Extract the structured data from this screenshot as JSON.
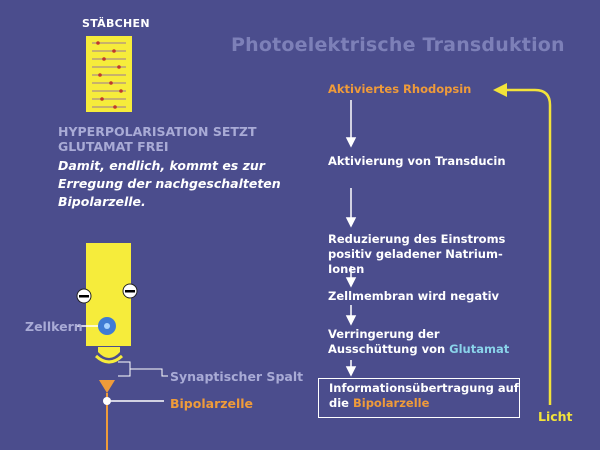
{
  "title": "Photoelektrische Transduktion",
  "rod": {
    "label": "STÄBCHEN"
  },
  "hyperpolarisation": {
    "heading": "HYPERPOLARISATION SETZT GLUTAMAT FREI",
    "description": "Damit, endlich, kommt es zur Erregung der nachgeschalteten Bipolarzelle."
  },
  "cell_labels": {
    "nucleus": "Zellkern",
    "synaptic_cleft": "Synaptischer Spalt",
    "bipolar_cell": "Bipolarzelle"
  },
  "cascade": {
    "steps": [
      {
        "text": "Aktiviertes Rhodopsin"
      },
      {
        "text": "Aktivierung von Transducin"
      },
      {
        "text": "Reduzierung des Einstroms positiv geladener Natrium-Ionen"
      },
      {
        "text": "Zellmembran wird negativ"
      },
      {
        "text": "Verringerung der Ausschüttung von ",
        "highlight": "Glutamat"
      },
      {
        "text": "Informationsübertragung auf die ",
        "highlight": "Bipolarzelle"
      }
    ]
  },
  "light": {
    "label": "Licht"
  },
  "colors": {
    "background": "#4b4d8d",
    "accent_orange": "#ef9b3a",
    "accent_yellow": "#f2e23a",
    "accent_blue": "#8ad3ea",
    "muted_text": "#a9abd6"
  }
}
